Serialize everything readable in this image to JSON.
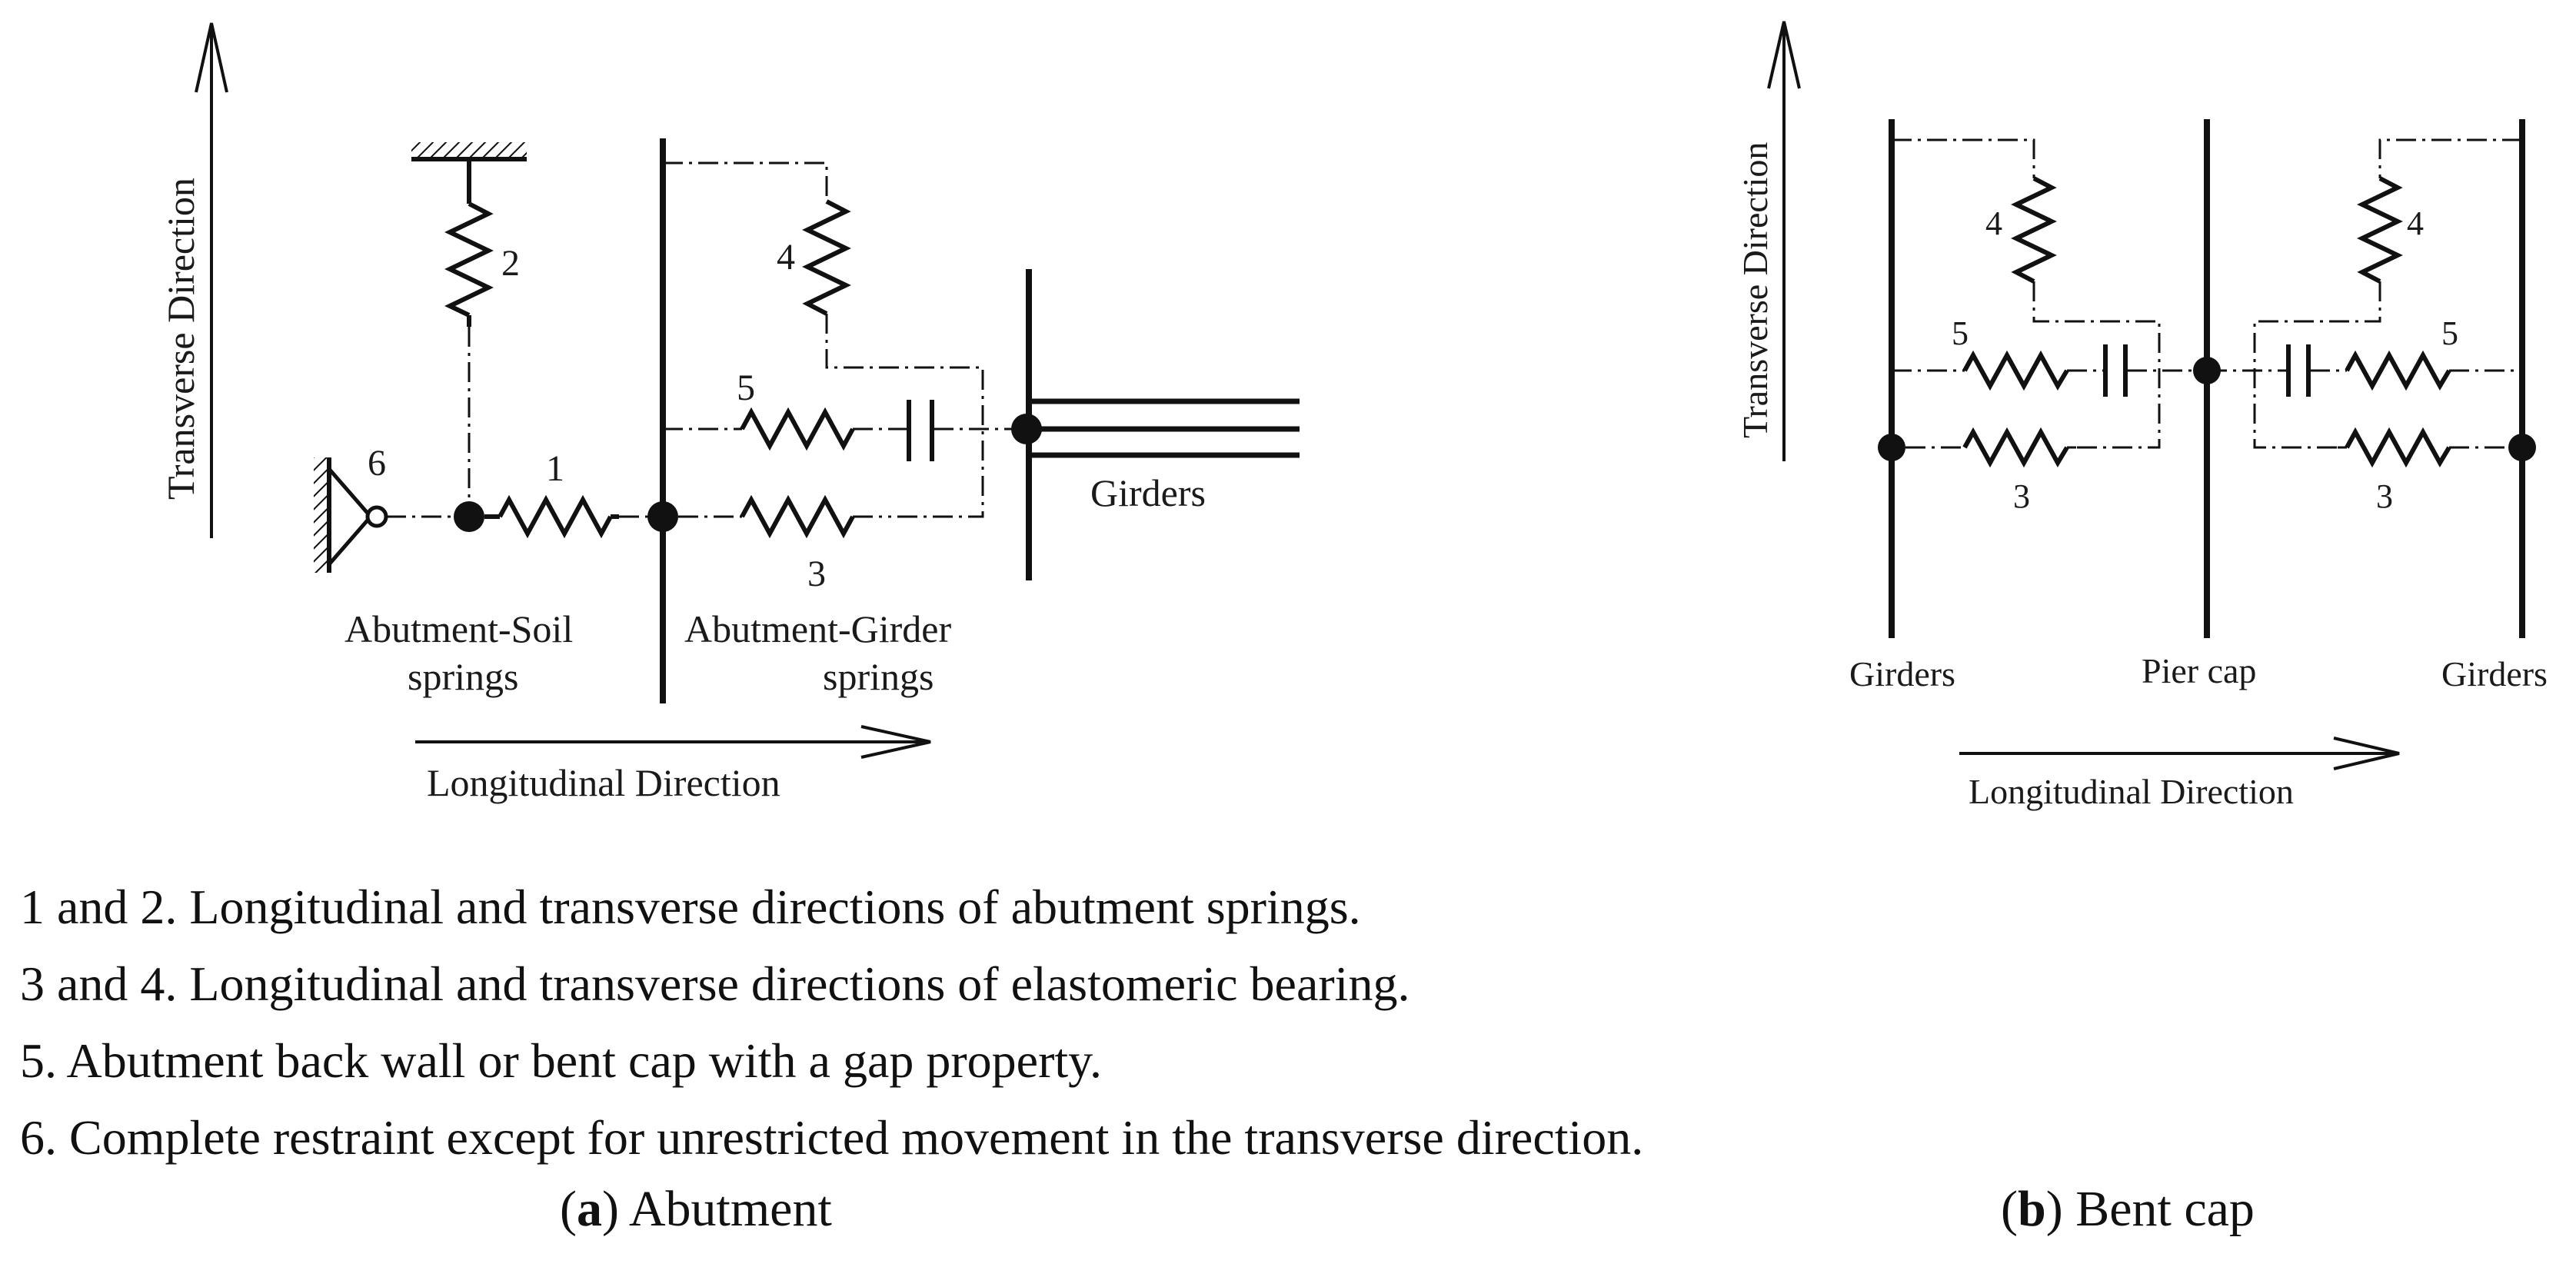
{
  "panel_a": {
    "axis_transverse": "Transverse Direction",
    "axis_longitudinal": "Longitudinal Direction",
    "spring_labels": {
      "s1": "1",
      "s2": "2",
      "s3": "3",
      "s4": "4",
      "s5": "5",
      "s6": "6"
    },
    "abutment_soil_line1": "Abutment-Soil",
    "abutment_soil_line2": "springs",
    "abutment_girder_line1": "Abutment-Girder",
    "abutment_girder_line2": "springs",
    "girders": "Girders"
  },
  "panel_b": {
    "axis_transverse": "Transverse Direction",
    "axis_longitudinal": "Longitudinal Direction",
    "spring_labels": {
      "s3": "3",
      "s4": "4",
      "s5": "5"
    },
    "girders_left": "Girders",
    "pier_cap": "Pier cap",
    "girders_right": "Girders"
  },
  "legend": [
    "1 and 2. Longitudinal and transverse directions of abutment springs.",
    "3 and 4. Longitudinal and transverse directions of elastomeric bearing.",
    "5. Abutment back wall or bent cap with a gap property.",
    "6. Complete restraint except for unrestricted movement in the transverse direction."
  ],
  "captions": {
    "a_letter": "a",
    "a_text": "Abutment",
    "b_letter": "b",
    "b_text": "Bent cap"
  }
}
